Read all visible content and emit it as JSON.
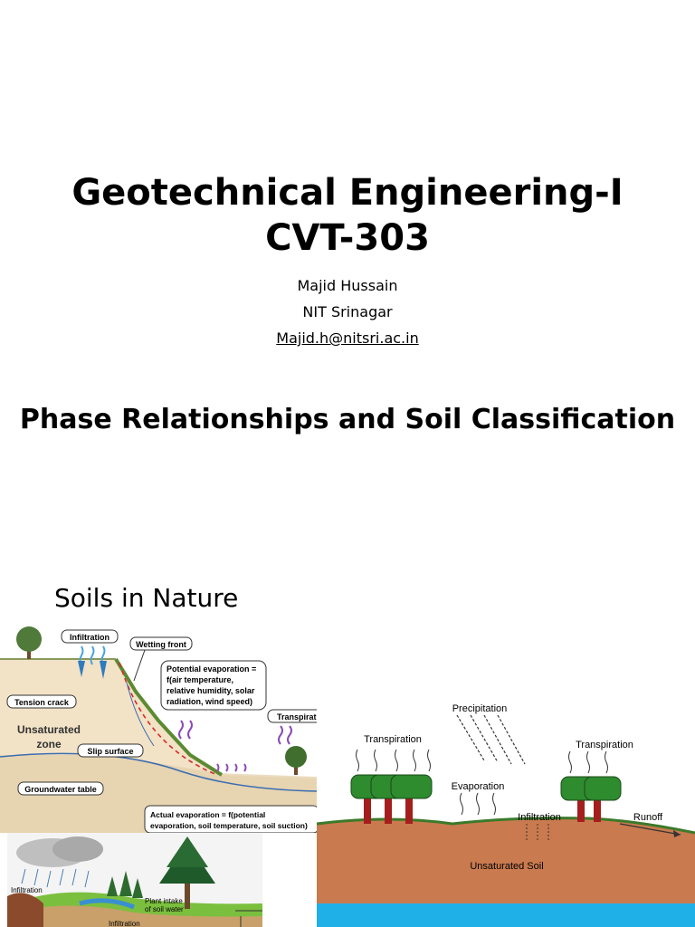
{
  "slide1": {
    "title_line1": "Geotechnical Engineering-I",
    "title_line2": "CVT-303",
    "author": "Majid Hussain",
    "institute": "NIT Srinagar",
    "email": "Majid.h@nitsri.ac.in",
    "subtitle": "Phase Relationships and Soil Classification"
  },
  "slide2": {
    "title": "Soils in Nature",
    "figure_slope": {
      "infiltration": "Infiltration",
      "wetting_front": "Wetting front",
      "potential_evap_1": "Potential evaporation =",
      "potential_evap_2": "f(air temperature,",
      "potential_evap_3": "relative humidity, solar",
      "potential_evap_4": "radiation, wind speed)",
      "transpiration": "Transpirat",
      "tension_crack": "Tension crack",
      "unsaturated_1": "Unsaturated",
      "unsaturated_2": "zone",
      "slip_surface": "Slip surface",
      "groundwater_table": "Groundwater table",
      "actual_evap_1": "Actual evaporation = f(potential",
      "actual_evap_2": "evaporation, soil temperature, soil suction)"
    },
    "figure_cycle": {
      "precipitation": "Precipitation",
      "transpiration_left": "Transpiration",
      "transpiration_right": "Transpiration",
      "evaporation": "Evaporation",
      "infiltration": "Infiltration",
      "runoff": "Runoff",
      "unsaturated_soil": "Unsaturated Soil"
    },
    "figure_landscape": {
      "infiltration_left": "Infiltration",
      "plant_intake_1": "Plant intake",
      "plant_intake_2": "of soil water",
      "infiltration_bottom": "Infiltration"
    }
  }
}
